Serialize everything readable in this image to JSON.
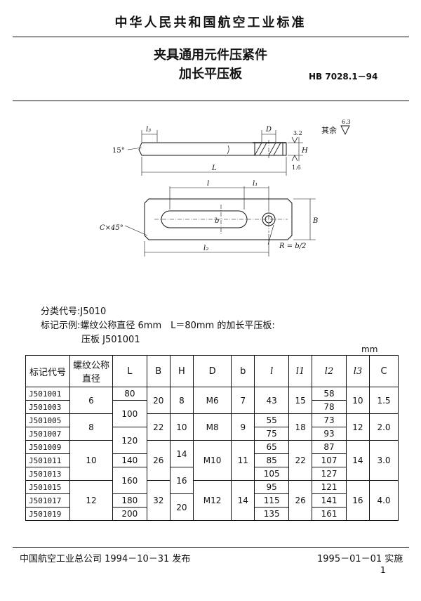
{
  "header": {
    "org": "中华人民共和国航空工业标准",
    "title_line1": "夹具通用元件压紧件",
    "title_line2": "加长平压板",
    "std_code": "HB 7028.1－94"
  },
  "drawing": {
    "labels": {
      "l3": "l₃",
      "D": "D",
      "angle": "15°",
      "L": "L",
      "H": "H",
      "ra_top": "3.2",
      "ra_bottom": "1.6",
      "rest": "其余",
      "rest_ra": "6.3",
      "l": "l",
      "l1": "l₁",
      "b": "b",
      "B": "B",
      "chamfer": "C×45°",
      "l2": "l₂",
      "radius": "R = b/2"
    }
  },
  "info": {
    "class_code": "分类代号:J5010",
    "mark_example": "标记示例:螺纹公称直径 6mm　L＝80mm 的加长平压板:",
    "mark_text": "压板 J501001"
  },
  "table": {
    "unit": "mm",
    "headers": [
      "标记代号",
      "螺纹公称直径",
      "L",
      "B",
      "H",
      "D",
      "b",
      "l",
      "l1",
      "l2",
      "l3",
      "C"
    ],
    "codes": [
      "J501001",
      "J501003",
      "J501005",
      "J501007",
      "J501009",
      "J501011",
      "J501013",
      "J501015",
      "J501017",
      "J501019"
    ],
    "thread": [
      "6",
      "8",
      "10",
      "12"
    ],
    "L": [
      "80",
      "100",
      "120",
      "140",
      "160",
      "180",
      "200"
    ],
    "B": [
      "20",
      "22",
      "26",
      "32"
    ],
    "H": [
      "8",
      "10",
      "14",
      "16",
      "20"
    ],
    "D": [
      "M6",
      "M8",
      "M10",
      "M12"
    ],
    "b": [
      "7",
      "9",
      "11",
      "14"
    ],
    "l": [
      "43",
      "55",
      "75",
      "65",
      "85",
      "105",
      "95",
      "115",
      "135"
    ],
    "l1": [
      "15",
      "18",
      "22",
      "26"
    ],
    "l2": [
      "58",
      "78",
      "73",
      "93",
      "87",
      "107",
      "127",
      "121",
      "141",
      "161"
    ],
    "l3": [
      "10",
      "12",
      "14",
      "16"
    ],
    "C": [
      "1.5",
      "2.0",
      "3.0",
      "4.0"
    ]
  },
  "footer": {
    "publish": "中国航空工业总公司 1994－10－31 发布",
    "implement": "1995－01－01 实施",
    "page": "1"
  }
}
